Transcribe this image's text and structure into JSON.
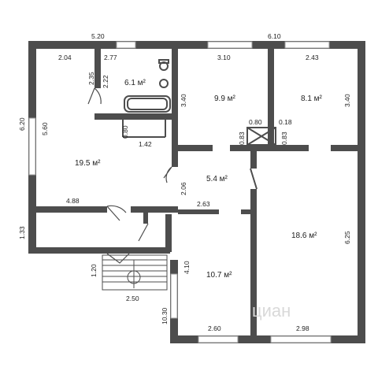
{
  "rooms": {
    "living": "19.5 м²",
    "bath": "6.1 м²",
    "bedroom1": "9.9 м²",
    "bedroom2": "8.1 м²",
    "hall": "5.4 м²",
    "room_big": "18.6 м²",
    "room_small": "10.7 м²"
  },
  "dims": {
    "top_left": "5.20",
    "top_right": "6.10",
    "d204": "2.04",
    "d277": "2.77",
    "d310": "3.10",
    "d243": "2.43",
    "d235": "2.35",
    "d222": "2.22",
    "d340a": "3.40",
    "d340b": "3.40",
    "d620": "6.20",
    "d560": "5.60",
    "d080a": "0.80",
    "d142": "1.42",
    "d080b": "0.80",
    "d018": "0.18",
    "d083a": "0.83",
    "d083b": "0.83",
    "d206": "2.06",
    "d488": "4.88",
    "d263": "2.63",
    "d133": "1.33",
    "d120": "1.20",
    "d250": "2.50",
    "d410": "4.10",
    "d625": "6.25",
    "d1030": "10.30",
    "d260": "2.60",
    "d298": "2.98"
  },
  "watermark": "циан"
}
